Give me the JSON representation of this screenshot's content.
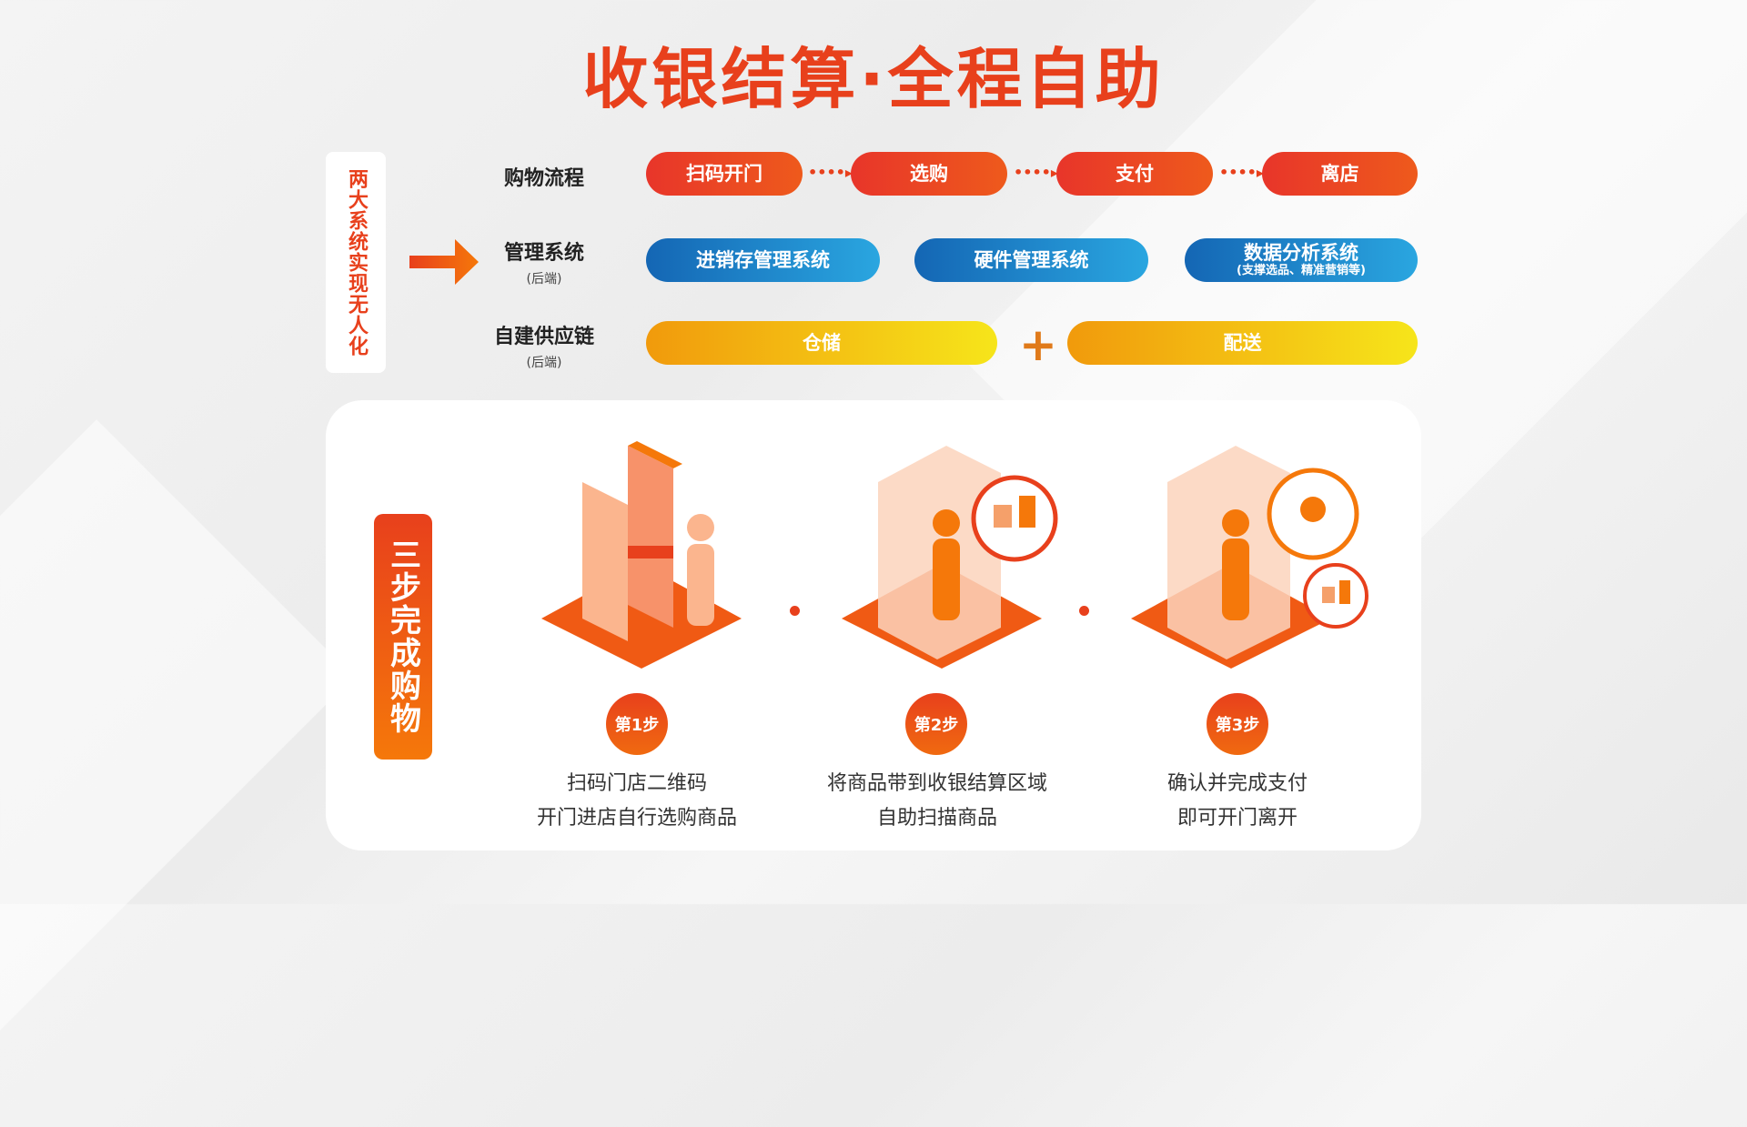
{
  "title": "收银结算·全程自助",
  "side_label": "两大系统实现无人化",
  "rows": [
    {
      "label": "购物流程",
      "sub": "",
      "items": [
        "扫码开门",
        "选购",
        "支付",
        "离店"
      ]
    },
    {
      "label": "管理系统",
      "sub": "(后端)",
      "items": [
        "进销存管理系统",
        "硬件管理系统",
        "数据分析系统"
      ],
      "item_note": "(支撑选品、精准营销等)"
    },
    {
      "label": "自建供应链",
      "sub": "(后端)",
      "items": [
        "仓储",
        "配送"
      ]
    }
  ],
  "flow_connector": "••••▸",
  "plus": "+",
  "steps_label": "三步完成购物",
  "steps": [
    {
      "badge": "第1步",
      "line1": "扫码门店二维码",
      "line2": "开门进店自行选购商品"
    },
    {
      "badge": "第2步",
      "line1": "将商品带到收银结算区域",
      "line2": "自助扫描商品"
    },
    {
      "badge": "第3步",
      "line1": "确认并完成支付",
      "line2": "即可开门离开"
    }
  ],
  "colors": {
    "accent": "#e8401c",
    "blue": "#1466b4",
    "yellow": "#f19a0c"
  }
}
